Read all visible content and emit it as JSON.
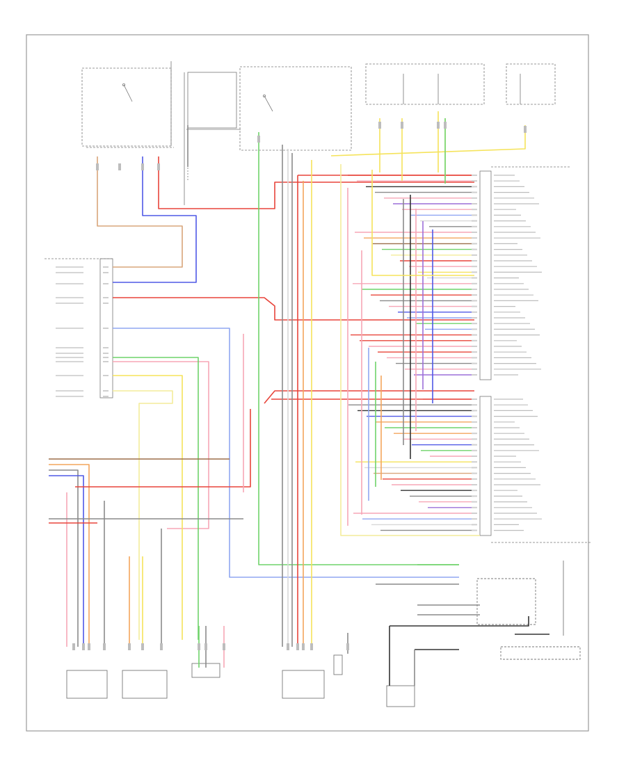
{
  "diagram": {
    "title": "",
    "footer_code": "",
    "colors": {
      "red": "#e8443a",
      "pink": "#f7a6b6",
      "orange": "#f3a55c",
      "tan": "#d9a57a",
      "yellow": "#f5e35a",
      "lightyellow": "#f3ec9a",
      "green": "#6fd36a",
      "blue": "#4f58e6",
      "lightblue": "#8fa6f2",
      "purple": "#9c6fd8",
      "brown": "#9b6f4a",
      "gray": "#8a8a8a",
      "black": "#333333",
      "white": "#d8d8d8"
    },
    "components": [
      {
        "id": "fuse-box-underhood",
        "icon": "fuse-box-icon"
      },
      {
        "id": "ignition-switch",
        "icon": "switch-icon"
      },
      {
        "id": "fuse-junction",
        "icon": "fuse-box-icon"
      },
      {
        "id": "pcm-connector-left",
        "icon": "connector-icon"
      },
      {
        "id": "pcm-connector-right",
        "icon": "connector-icon"
      },
      {
        "id": "engine-sensor-1",
        "icon": "sensor-icon"
      },
      {
        "id": "engine-sensor-2",
        "icon": "sensor-icon"
      },
      {
        "id": "engine-sensor-3",
        "icon": "sensor-icon"
      },
      {
        "id": "engine-sensor-4",
        "icon": "sensor-icon"
      },
      {
        "id": "engine-sensor-5",
        "icon": "sensor-icon"
      },
      {
        "id": "engine-sensor-6",
        "icon": "sensor-icon"
      },
      {
        "id": "relay-module",
        "icon": "relay-icon"
      }
    ]
  }
}
